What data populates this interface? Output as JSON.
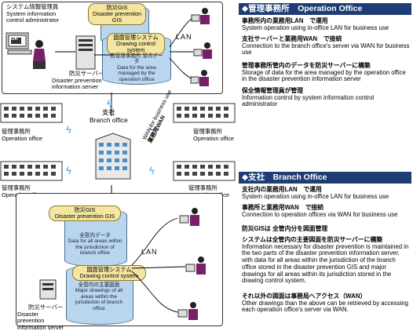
{
  "top_diagram": {
    "sysadmin_jp": "システム情報管理員",
    "sysadmin_en": "System information control administrator",
    "ok_label": "OK",
    "gis_jp": "防災GIS",
    "gis_en": "Disaster prevention GIS",
    "draw_jp": "図面管理システム",
    "draw_en": "Drawing control system",
    "area_jp": "自管理事務所 管内データ",
    "area_en": "Data for the area managed by the operation office",
    "server_jp": "防災サーバー",
    "server_en": "Disaster prevention information server",
    "lan_label": "LAN"
  },
  "middle": {
    "branch_jp": "支社",
    "branch_en": "Branch office",
    "op_offices": [
      {
        "jp": "管理事務所",
        "en": "Operation office"
      },
      {
        "jp": "管理事務所",
        "en": "Operation office"
      },
      {
        "jp": "管理事務所",
        "en": "Operation office"
      },
      {
        "jp": "管理事務所",
        "en": "Operation office"
      }
    ],
    "wan_en": "WAN for business use",
    "wan_jp": "業務用WAN"
  },
  "bottom_diagram": {
    "gis_jp": "防災GIS",
    "gis_en": "Disaster prevention GIS",
    "all_jp": "全管内データ",
    "all_en": "Data for all areas within the jurisdiction of branch office",
    "draw_jp": "図面管理システム",
    "draw_en": "Drawing control system",
    "major_jp": "全管内の主要図面",
    "major_en": "Major drawings of all areas within the jurisdiction of branch office",
    "server_jp": "防災サーバー",
    "server_en": "Disaster prevention information server",
    "lan_label": "LAN"
  },
  "op_panel": {
    "header": "◆管理事務所　Operation Office",
    "items": [
      {
        "jp": "事務所内の業務用LAN　で運用",
        "en": "System operation using in-office LAN for business use"
      },
      {
        "jp": "支社サーバーと業務用WAN　で接続",
        "en": "Connection to the branch office's server via WAN for business use"
      },
      {
        "jp": "管理事務所管内のデータを防災サーバーに構築",
        "en": "Storage of data for the area managed by the operation office in the disaster prevention information server"
      },
      {
        "jp": "保全情報管理員が管理",
        "en": "Information control by system information control administrator"
      }
    ]
  },
  "branch_panel": {
    "header": "◆支社　Branch Office",
    "items": [
      {
        "jp": "支社内の業務用LAN　で運用",
        "en": "System operation using in-office LAN for business use"
      },
      {
        "jp": "事務所と業務用WAN　で接続",
        "en": "Connection to operation offices via WAN for business use"
      },
      {
        "jp": "防災GISは 全管内分を図面管理",
        "en": ""
      },
      {
        "jp": "システムは全管内の主要図面を防災サーバーに構築",
        "en": "Information necessary for disaster prevention is maintained in the two parts of the disaster prevention information server, with data for all areas within the jurisdiction of the branch office stored in the disaster prevention GIS and major drawings for all areas within its jurisdiction stored in the drawing control system."
      },
      {
        "jp": "それ以外の図面は事務局へアクセス（WAN）",
        "en": "Other drawings than the above can be retrieved by accessing each operation office's server via WAN."
      }
    ]
  }
}
